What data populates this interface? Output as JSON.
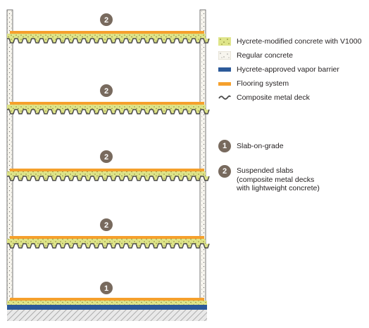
{
  "legend": {
    "materials": [
      {
        "label": "Hycrete-modified concrete with V1000",
        "icon": "hycrete-concrete-swatch-icon"
      },
      {
        "label": "Regular concrete",
        "icon": "regular-concrete-swatch-icon"
      },
      {
        "label": "Hycrete-approved vapor barrier",
        "icon": "vapor-barrier-swatch-icon"
      },
      {
        "label": "Flooring system",
        "icon": "flooring-swatch-icon"
      },
      {
        "label": "Composite metal deck",
        "icon": "wave-deck-icon"
      }
    ],
    "numbered": [
      {
        "number": "1",
        "lines": [
          "Slab-on-grade"
        ]
      },
      {
        "number": "2",
        "lines": [
          "Suspended slabs",
          "(composite metal decks",
          "with lightweight concrete)"
        ]
      }
    ]
  },
  "diagram": {
    "floor_badges": [
      "2",
      "2",
      "2",
      "2",
      "1"
    ]
  },
  "colors": {
    "hycrete": "#dfe58a",
    "hycrete_dots": "#8c8a3a",
    "regular_concrete": "#f6f3ea",
    "vapor_barrier": "#2c5a9a",
    "flooring": "#f5a02c",
    "badge": "#786a5e",
    "deck": "#4a4a4a",
    "ground_hatch": "#9a9a9a"
  }
}
